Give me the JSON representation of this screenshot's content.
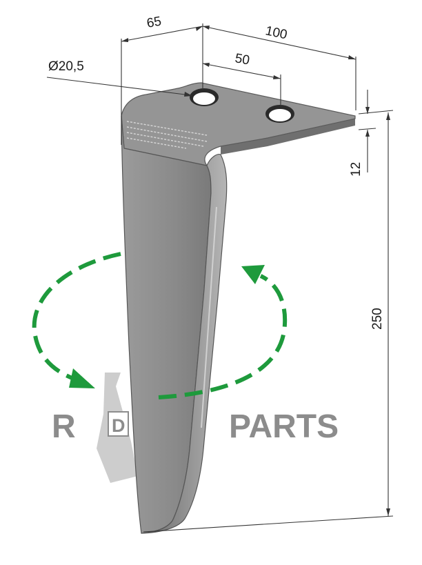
{
  "dimensions": {
    "width_top": "65",
    "width_total": "100",
    "hole_spacing": "50",
    "hole_diameter": "Ø20,5",
    "thickness": "12",
    "height": "250"
  },
  "logo": {
    "letter_left": "R",
    "letter_box": "D",
    "word": "PARTS"
  },
  "colors": {
    "blade_fill": "#8e8e8e",
    "blade_edge": "#5e5e5e",
    "arrow_green": "#1e9a3c",
    "logo_gray": "#8c8c8c"
  },
  "icons": [
    "rotation-arrows-icon"
  ]
}
